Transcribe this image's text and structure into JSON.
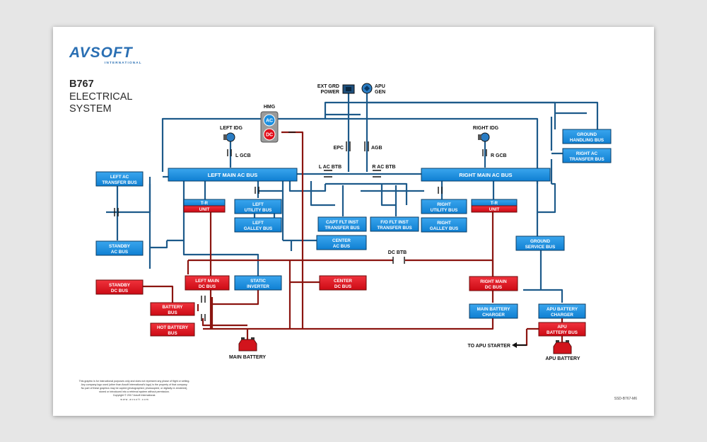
{
  "brand": {
    "name": "AVSOFT",
    "tagline": "INTERNATIONAL"
  },
  "title": {
    "model": "B767",
    "line1": "ELECTRICAL",
    "line2": "SYSTEM"
  },
  "colors": {
    "ac_bus": "#1b8fe0",
    "dc_bus": "#e10f1b",
    "ac_wire": "#1d5a8a",
    "dc_wire": "#8b1510"
  },
  "sources": {
    "ext_grd_power": [
      "EXT GRD",
      "POWER"
    ],
    "apu_gen": [
      "APU",
      "GEN"
    ],
    "hmg": "HMG",
    "hmg_ac": "AC",
    "hmg_dc": "DC",
    "left_idg": "LEFT IDG",
    "right_idg": "RIGHT IDG"
  },
  "breakers": {
    "l_gcb": "L GCB",
    "r_gcb": "R GCB",
    "epc": "EPC",
    "agb": "AGB",
    "l_ac_btb": "L AC BTB",
    "r_ac_btb": "R AC BTB",
    "dc_btb": "DC BTB"
  },
  "buses": {
    "left_main_ac": "LEFT MAIN AC BUS",
    "right_main_ac": "RIGHT MAIN AC BUS",
    "left_ac_transfer": [
      "LEFT AC",
      "TRANSFER BUS"
    ],
    "standby_ac": [
      "STANDBY",
      "AC BUS"
    ],
    "standby_dc": [
      "STANDBY",
      "DC BUS"
    ],
    "left_tr": [
      "T-R",
      "UNIT"
    ],
    "left_utility": [
      "LEFT",
      "UTILITY BUS"
    ],
    "left_galley": [
      "LEFT",
      "GALLEY BUS"
    ],
    "capt_flt_inst": [
      "CAPT FLT INST",
      "TRANSFER BUS"
    ],
    "fo_flt_inst": [
      "F/O FLT INST",
      "TRANSFER BUS"
    ],
    "right_utility": [
      "RIGHT",
      "UTILITY BUS"
    ],
    "right_galley": [
      "RIGHT",
      "GALLEY BUS"
    ],
    "right_tr": [
      "T-R",
      "UNIT"
    ],
    "center_ac": [
      "CENTER",
      "AC BUS"
    ],
    "ground_handling": [
      "GROUND",
      "HANDLING BUS"
    ],
    "right_ac_transfer": [
      "RIGHT AC",
      "TRANSFER BUS"
    ],
    "ground_service": [
      "GROUND",
      "SERVICE BUS"
    ],
    "left_main_dc": [
      "LEFT MAIN",
      "DC BUS"
    ],
    "static_inverter": [
      "STATIC",
      "INVERTER"
    ],
    "center_dc": [
      "CENTER",
      "DC BUS"
    ],
    "right_main_dc": [
      "RIGHT MAIN",
      "DC BUS"
    ],
    "battery_bus": [
      "BATTERY",
      "BUS"
    ],
    "hot_battery": [
      "HOT BATTERY",
      "BUS"
    ],
    "main_battery_charger": [
      "MAIN BATTERY",
      "CHARGER"
    ],
    "apu_battery_charger": [
      "APU BATTERY",
      "CHARGER"
    ],
    "apu_battery_bus": [
      "APU",
      "BATTERY BUS"
    ]
  },
  "labels": {
    "main_battery": "MAIN BATTERY",
    "apu_battery": "APU BATTERY",
    "to_apu_starter": "TO APU STARTER"
  },
  "footer": {
    "disclaimer": [
      "This graphic is for instructional purposes only and does not represent any phase of flight or setting.",
      "Any company logo used (other than Avsoft International's logo) is the property of that company.",
      "No part of these graphics may be copied (photographed, photocopied, or digitally re-rendered),",
      "stored or introduced into a retrieval system without permission.",
      "Copyright © 2017 Avsoft International."
    ],
    "website": "w w w . a v s o f t . c o m",
    "code": "SSD-B767-M6"
  }
}
